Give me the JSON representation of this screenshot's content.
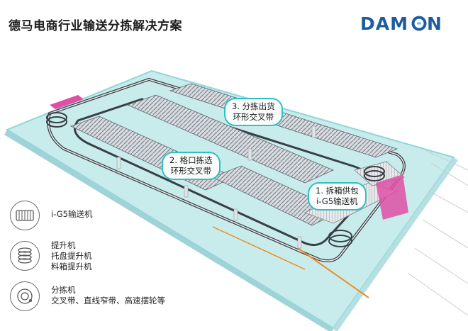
{
  "header": {
    "title": "德马电商行业输送分拣解决方案",
    "logo_text": "DAMON",
    "accent_color": "#1f5c9e"
  },
  "callouts": [
    {
      "id": "sorting-shipping",
      "line1": "3. 分拣出货",
      "line2": "环形交叉带"
    },
    {
      "id": "chute-sorting",
      "line1": "2. 格口拣选",
      "line2": "环形交叉带"
    },
    {
      "id": "unpacking-feeding",
      "line1": "1. 拆箱供包",
      "line2": "i-G5输送机"
    }
  ],
  "legend": [
    {
      "icon": "roller-conveyor-icon",
      "lines": [
        "i-G5输送机"
      ]
    },
    {
      "icon": "lifter-coil-icon",
      "lines": [
        "提升机",
        "托盘提升机",
        "料箱提升机"
      ]
    },
    {
      "icon": "sorter-circle-icon",
      "lines": [
        "分拣机",
        "交叉带、直线窄带、高速摆轮等"
      ]
    }
  ],
  "colors": {
    "callout_border": "#2ec0c4",
    "floor": "#c8ecec",
    "floor_edge": "#8fd6d8",
    "conveyor_dark": "#3a3f45",
    "conveyor_light": "#e8eaec",
    "accent_pink": "#e04fa6",
    "accent_orange": "#f08a24"
  }
}
